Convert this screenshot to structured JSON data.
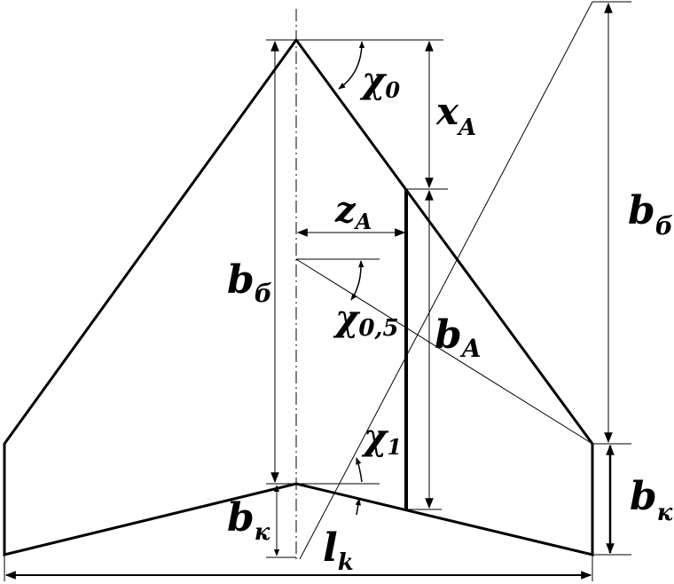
{
  "labels": {
    "chi0": {
      "main": "χ",
      "sub": "0"
    },
    "xA": {
      "main": "x",
      "sub": "A"
    },
    "zA": {
      "main": "z",
      "sub": "A"
    },
    "b_root_left": {
      "main": "b",
      "sub": "б"
    },
    "b_root_right": {
      "main": "b",
      "sub": "б"
    },
    "chi05": {
      "main": "χ",
      "sub": "0,5"
    },
    "bA": {
      "main": "b",
      "sub": "A"
    },
    "chi1": {
      "main": "χ",
      "sub": "1"
    },
    "b_tip_left": {
      "main": "b",
      "sub": "к"
    },
    "b_tip_right": {
      "main": "b",
      "sub": "к"
    },
    "lk": {
      "main": "l",
      "sub": "k"
    }
  },
  "colors": {
    "line": "#000000",
    "background": "#ffffff"
  }
}
